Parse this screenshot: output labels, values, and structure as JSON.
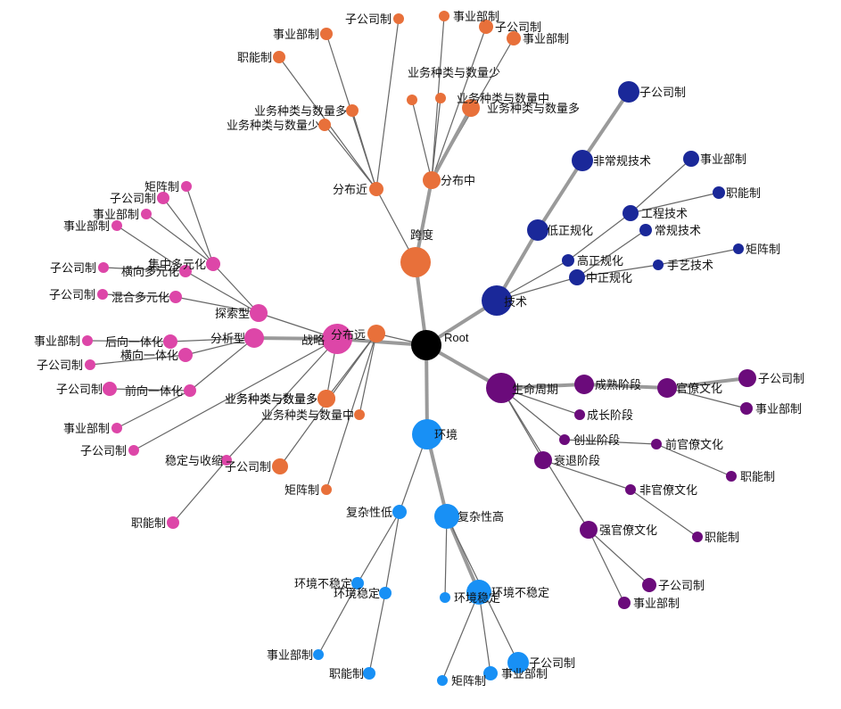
{
  "colors": {
    "root": "#000000",
    "跨度": "#e8703a",
    "技术": "#1a2899",
    "生命周期": "#6b0b7b",
    "环境": "#1890f5",
    "战略": "#dd46a8",
    "edge": "#666666"
  },
  "nodes": [
    {
      "id": "root",
      "label": "Root",
      "group": "root"
    },
    {
      "id": "kuadu",
      "label": "跨度",
      "group": "跨度"
    },
    {
      "id": "fbj",
      "label": "分布近",
      "group": "跨度"
    },
    {
      "id": "fbz",
      "label": "分布中",
      "group": "跨度"
    },
    {
      "id": "fby",
      "label": "分布远",
      "group": "跨度"
    },
    {
      "id": "j_sy",
      "label": "事业部制",
      "group": "跨度"
    },
    {
      "id": "j_zn",
      "label": "职能制",
      "group": "跨度"
    },
    {
      "id": "j_dx",
      "label": "业务种类与数量多",
      "group": "跨度"
    },
    {
      "id": "j_sh",
      "label": "业务种类与数量少",
      "group": "跨度"
    },
    {
      "id": "j_zg",
      "label": "子公司制",
      "group": "跨度"
    },
    {
      "id": "z_sy",
      "label": "事业部制",
      "group": "跨度"
    },
    {
      "id": "z_zg",
      "label": "子公司制",
      "group": "跨度"
    },
    {
      "id": "z_sy2",
      "label": "事业部制",
      "group": "跨度"
    },
    {
      "id": "z_sh",
      "label": "业务种类与数量少",
      "group": "跨度"
    },
    {
      "id": "z_zz",
      "label": "业务种类与数量中",
      "group": "跨度"
    },
    {
      "id": "z_dx",
      "label": "业务种类与数量多",
      "group": "跨度"
    },
    {
      "id": "y_dx",
      "label": "业务种类与数量多",
      "group": "跨度"
    },
    {
      "id": "y_zz",
      "label": "业务种类与数量中",
      "group": "跨度"
    },
    {
      "id": "y_zg",
      "label": "子公司制",
      "group": "跨度"
    },
    {
      "id": "y_jz",
      "label": "矩阵制",
      "group": "跨度"
    },
    {
      "id": "jishu",
      "label": "技术",
      "group": "技术"
    },
    {
      "id": "dzgh",
      "label": "低正规化",
      "group": "技术"
    },
    {
      "id": "zzgh",
      "label": "中正规化",
      "group": "技术"
    },
    {
      "id": "gzgh",
      "label": "高正规化",
      "group": "技术"
    },
    {
      "id": "fcgjs",
      "label": "非常规技术",
      "group": "技术"
    },
    {
      "id": "t_zg",
      "label": "子公司制",
      "group": "技术"
    },
    {
      "id": "gcjs",
      "label": "工程技术",
      "group": "技术"
    },
    {
      "id": "t_sy",
      "label": "事业部制",
      "group": "技术"
    },
    {
      "id": "t_zn",
      "label": "职能制",
      "group": "技术"
    },
    {
      "id": "cgjs",
      "label": "常规技术",
      "group": "技术"
    },
    {
      "id": "syjs",
      "label": "手艺技术",
      "group": "技术"
    },
    {
      "id": "t_jz",
      "label": "矩阵制",
      "group": "技术"
    },
    {
      "id": "smzq",
      "label": "生命周期",
      "group": "生命周期"
    },
    {
      "id": "csjd",
      "label": "成熟阶段",
      "group": "生命周期"
    },
    {
      "id": "gwh",
      "label": "官僚文化",
      "group": "生命周期"
    },
    {
      "id": "l_zg",
      "label": "子公司制",
      "group": "生命周期"
    },
    {
      "id": "l_sy",
      "label": "事业部制",
      "group": "生命周期"
    },
    {
      "id": "czjd",
      "label": "成长阶段",
      "group": "生命周期"
    },
    {
      "id": "cyjd",
      "label": "创业阶段",
      "group": "生命周期"
    },
    {
      "id": "qgwh",
      "label": "前官僚文化",
      "group": "生命周期"
    },
    {
      "id": "l_zn",
      "label": "职能制",
      "group": "生命周期"
    },
    {
      "id": "stjd",
      "label": "衰退阶段",
      "group": "生命周期"
    },
    {
      "id": "fgwh",
      "label": "非官僚文化",
      "group": "生命周期"
    },
    {
      "id": "l_zn2",
      "label": "职能制",
      "group": "生命周期"
    },
    {
      "id": "qgwh2",
      "label": "强官僚文化",
      "group": "生命周期"
    },
    {
      "id": "l_zg2",
      "label": "子公司制",
      "group": "生命周期"
    },
    {
      "id": "l_sy2",
      "label": "事业部制",
      "group": "生命周期"
    },
    {
      "id": "huanjing",
      "label": "环境",
      "group": "环境"
    },
    {
      "id": "fzxd",
      "label": "复杂性低",
      "group": "环境"
    },
    {
      "id": "fzxg",
      "label": "复杂性高",
      "group": "环境"
    },
    {
      "id": "hj_bwd",
      "label": "环境不稳定",
      "group": "环境"
    },
    {
      "id": "hj_wd",
      "label": "环境稳定",
      "group": "环境"
    },
    {
      "id": "e_sy",
      "label": "事业部制",
      "group": "环境"
    },
    {
      "id": "e_zn",
      "label": "职能制",
      "group": "环境"
    },
    {
      "id": "hj_wd2",
      "label": "环境稳定",
      "group": "环境"
    },
    {
      "id": "hj_bwd2",
      "label": "环境不稳定",
      "group": "环境"
    },
    {
      "id": "e_jz",
      "label": "矩阵制",
      "group": "环境"
    },
    {
      "id": "e_sy2",
      "label": "事业部制",
      "group": "环境"
    },
    {
      "id": "e_zg",
      "label": "子公司制",
      "group": "环境"
    },
    {
      "id": "zhanlue",
      "label": "战略",
      "group": "战略"
    },
    {
      "id": "tsx",
      "label": "探索型",
      "group": "战略"
    },
    {
      "id": "fxx",
      "label": "分析型",
      "group": "战略"
    },
    {
      "id": "wdss",
      "label": "稳定与收缩",
      "group": "战略"
    },
    {
      "id": "s_zn",
      "label": "职能制",
      "group": "战略"
    },
    {
      "id": "jzdy",
      "label": "集中多元化",
      "group": "战略"
    },
    {
      "id": "s_jz",
      "label": "矩阵制",
      "group": "战略"
    },
    {
      "id": "s_zg",
      "label": "子公司制",
      "group": "战略"
    },
    {
      "id": "s_sy",
      "label": "事业部制",
      "group": "战略"
    },
    {
      "id": "hxdy",
      "label": "横向多元化",
      "group": "战略"
    },
    {
      "id": "s_sy2",
      "label": "事业部制",
      "group": "战略"
    },
    {
      "id": "s_zg2",
      "label": "子公司制",
      "group": "战略"
    },
    {
      "id": "hhdy",
      "label": "混合多元化",
      "group": "战略"
    },
    {
      "id": "s_zg3",
      "label": "子公司制",
      "group": "战略"
    },
    {
      "id": "hxyt",
      "label": "后向一体化",
      "group": "战略"
    },
    {
      "id": "s_sy3",
      "label": "事业部制",
      "group": "战略"
    },
    {
      "id": "hxyt2",
      "label": "横向一体化",
      "group": "战略"
    },
    {
      "id": "s_zg4",
      "label": "子公司制",
      "group": "战略"
    },
    {
      "id": "qxyt",
      "label": "前向一体化",
      "group": "战略"
    },
    {
      "id": "s_zg5",
      "label": "子公司制",
      "group": "战略"
    },
    {
      "id": "s_sy4",
      "label": "事业部制",
      "group": "战略"
    },
    {
      "id": "s_zg6",
      "label": "子公司制",
      "group": "战略"
    },
    {
      "id": "xy",
      "label": "业务种类与数量多",
      "group": "跨度"
    }
  ],
  "edges": [
    [
      "root",
      "kuadu"
    ],
    [
      "root",
      "jishu"
    ],
    [
      "root",
      "smzq"
    ],
    [
      "root",
      "huanjing"
    ],
    [
      "root",
      "zhanlue"
    ],
    [
      "root",
      "fby"
    ],
    [
      "kuadu",
      "fbj"
    ],
    [
      "kuadu",
      "fbz"
    ],
    [
      "fbj",
      "j_sy"
    ],
    [
      "fbj",
      "j_zn"
    ],
    [
      "fbj",
      "j_dx"
    ],
    [
      "fbj",
      "j_sh"
    ],
    [
      "fbj",
      "j_zg"
    ],
    [
      "fbz",
      "z_sy"
    ],
    [
      "fbz",
      "z_zg"
    ],
    [
      "fbz",
      "z_sy2"
    ],
    [
      "fbz",
      "z_sh"
    ],
    [
      "fbz",
      "z_zz"
    ],
    [
      "fbz",
      "z_dx"
    ],
    [
      "fby",
      "y_dx"
    ],
    [
      "fby",
      "y_zz"
    ],
    [
      "fby",
      "y_zg"
    ],
    [
      "fby",
      "y_jz"
    ],
    [
      "jishu",
      "dzgh"
    ],
    [
      "jishu",
      "zzgh"
    ],
    [
      "jishu",
      "gzgh"
    ],
    [
      "dzgh",
      "fcgjs"
    ],
    [
      "fcgjs",
      "t_zg"
    ],
    [
      "gzgh",
      "gcjs"
    ],
    [
      "gcjs",
      "t_sy"
    ],
    [
      "gcjs",
      "t_zn"
    ],
    [
      "zzgh",
      "cgjs"
    ],
    [
      "zzgh",
      "syjs"
    ],
    [
      "syjs",
      "t_jz"
    ],
    [
      "smzq",
      "csjd"
    ],
    [
      "csjd",
      "gwh"
    ],
    [
      "gwh",
      "l_zg"
    ],
    [
      "gwh",
      "l_sy"
    ],
    [
      "smzq",
      "czjd"
    ],
    [
      "smzq",
      "cyjd"
    ],
    [
      "cyjd",
      "qgwh"
    ],
    [
      "qgwh",
      "l_zn"
    ],
    [
      "smzq",
      "stjd"
    ],
    [
      "stjd",
      "fgwh"
    ],
    [
      "fgwh",
      "l_zn2"
    ],
    [
      "smzq",
      "qgwh2"
    ],
    [
      "qgwh2",
      "l_zg2"
    ],
    [
      "qgwh2",
      "l_sy2"
    ],
    [
      "root",
      "huanjing"
    ],
    [
      "huanjing",
      "fzxd"
    ],
    [
      "huanjing",
      "fzxg"
    ],
    [
      "fzxd",
      "hj_bwd"
    ],
    [
      "fzxd",
      "hj_wd"
    ],
    [
      "hj_bwd",
      "e_sy"
    ],
    [
      "hj_wd",
      "e_zn"
    ],
    [
      "fzxg",
      "hj_wd2"
    ],
    [
      "fzxg",
      "hj_bwd2"
    ],
    [
      "hj_bwd2",
      "e_jz"
    ],
    [
      "hj_bwd2",
      "e_sy2"
    ],
    [
      "fzxg",
      "e_zg"
    ],
    [
      "zhanlue",
      "tsx"
    ],
    [
      "zhanlue",
      "fxx"
    ],
    [
      "zhanlue",
      "wdss"
    ],
    [
      "wdss",
      "s_zn"
    ],
    [
      "tsx",
      "jzdy"
    ],
    [
      "jzdy",
      "s_jz"
    ],
    [
      "jzdy",
      "s_zg"
    ],
    [
      "jzdy",
      "s_sy"
    ],
    [
      "tsx",
      "hxdy"
    ],
    [
      "hxdy",
      "s_sy2"
    ],
    [
      "hxdy",
      "s_zg2"
    ],
    [
      "tsx",
      "hhdy"
    ],
    [
      "hhdy",
      "s_zg3"
    ],
    [
      "fxx",
      "hxyt"
    ],
    [
      "hxyt",
      "s_sy3"
    ],
    [
      "fxx",
      "hxyt2"
    ],
    [
      "hxyt2",
      "s_zg4"
    ],
    [
      "fxx",
      "qxyt"
    ],
    [
      "qxyt",
      "s_zg5"
    ],
    [
      "qxyt",
      "s_sy4"
    ],
    [
      "zhanlue",
      "s_zg6"
    ],
    [
      "zhanlue",
      "xy"
    ]
  ]
}
